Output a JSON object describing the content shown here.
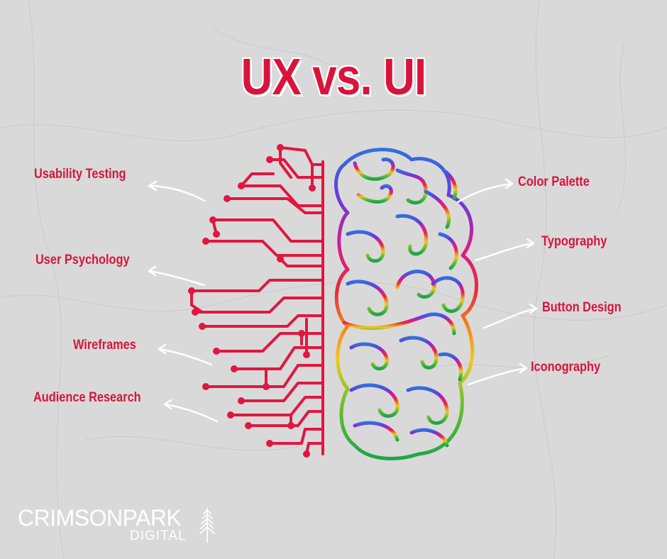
{
  "title": "UX vs. UI",
  "ux_items": [
    {
      "label": "Usability Testing"
    },
    {
      "label": "User Psychology"
    },
    {
      "label": "Wireframes"
    },
    {
      "label": "Audience Research"
    }
  ],
  "ui_items": [
    {
      "label": "Color Palette"
    },
    {
      "label": "Typography"
    },
    {
      "label": "Button Design"
    },
    {
      "label": "Iconography"
    }
  ],
  "logo": {
    "main": "CRIMSONPARK",
    "sub": "DIGITAL",
    "icon": "pine-tree-icon"
  },
  "colors": {
    "accent": "#d8143c",
    "circuit": "#e0173f",
    "background": "#d9d9d9",
    "arrow": "#ffffff"
  }
}
